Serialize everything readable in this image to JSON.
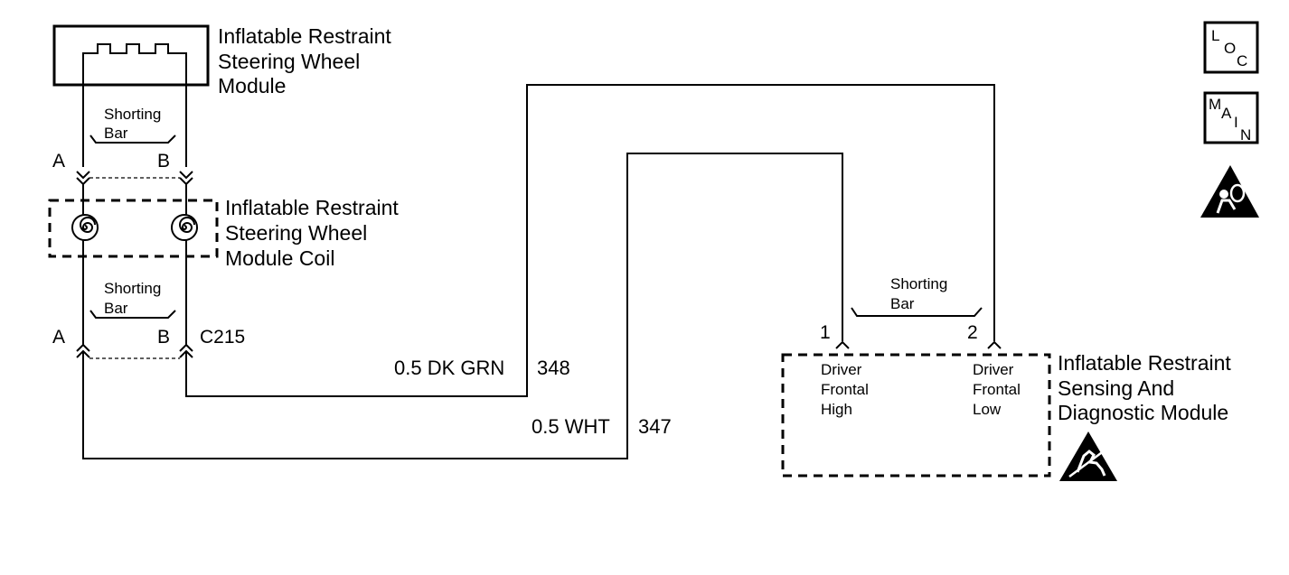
{
  "steering_wheel_module": {
    "label_lines": [
      "Inflatable Restraint",
      "Steering Wheel",
      "Module"
    ],
    "shorting_bar": [
      "Shorting",
      "Bar"
    ]
  },
  "module_coil": {
    "label_lines": [
      "Inflatable Restraint",
      "Steering Wheel",
      "Module Coil"
    ],
    "shorting_bar": [
      "Shorting",
      "Bar"
    ]
  },
  "connector_top": {
    "pin_a": "A",
    "pin_b": "B"
  },
  "connector_bottom": {
    "pin_a": "A",
    "pin_b": "B",
    "id": "C215"
  },
  "wires": [
    {
      "gauge_color": "0.5 DK GRN",
      "circuit": "348"
    },
    {
      "gauge_color": "0.5 WHT",
      "circuit": "347"
    }
  ],
  "sdm": {
    "label_lines": [
      "Inflatable Restraint",
      "Sensing And",
      "Diagnostic Module"
    ],
    "shorting_bar": [
      "Shorting",
      "Bar"
    ],
    "pin1": "1",
    "pin2": "2",
    "terminal_high": [
      "Driver",
      "Frontal",
      "High"
    ],
    "terminal_low": [
      "Driver",
      "Frontal",
      "Low"
    ]
  },
  "nav_buttons": {
    "loc": {
      "l": "L",
      "o": "O",
      "c": "C"
    },
    "main": {
      "m": "M",
      "a": "A",
      "i": "I",
      "n": "N"
    }
  },
  "icons": [
    "airbag-warning-icon",
    "esd-warning-icon"
  ]
}
